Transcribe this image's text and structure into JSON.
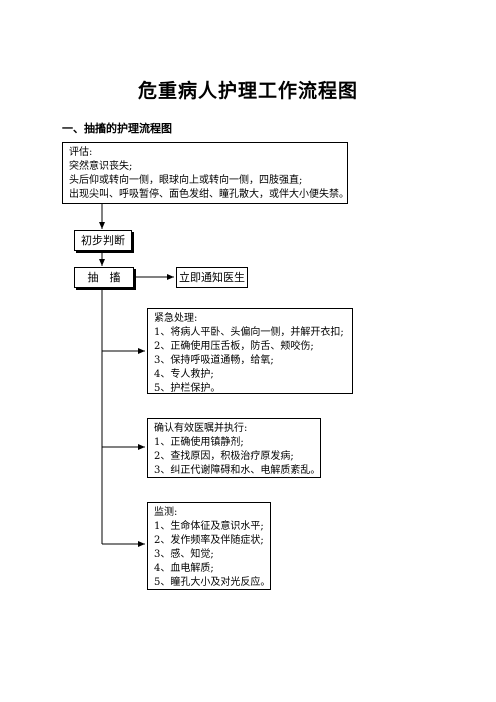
{
  "title": "危重病人护理工作流程图",
  "section": "一、抽搐的护理流程图",
  "assessment": {
    "lines": [
      "评估:",
      "突然意识丧失;",
      "头后仰或转向一侧，眼球向上或转向一侧，四肢强直;",
      "出现尖叫、呼吸暂停、面色发绀、瞳孔散大，或伴大小便失禁。"
    ]
  },
  "initial": "初步判断",
  "seizure": "抽　搐",
  "notify": "立即通知医生",
  "emergency": {
    "lines": [
      "紧急处理:",
      "1、将病人平卧、头偏向一侧，并解开衣扣;",
      "2、正确使用压舌板，防舌、颊咬伤;",
      "3、保持呼吸道通畅，给氧;",
      "4、专人救护;",
      "5、护栏保护。"
    ]
  },
  "orders": {
    "lines": [
      "确认有效医嘱并执行:",
      "1、正确使用镇静剂;",
      "2、查找原因，积极治疗原发病;",
      "3、纠正代谢障碍和水、电解质紊乱。"
    ]
  },
  "monitor": {
    "lines": [
      "监测:",
      "1、生命体征及意识水平;",
      "2、发作频率及伴随症状;",
      "3、感、知觉;",
      "4、血电解质;",
      "5、瞳孔大小及对光反应。"
    ]
  }
}
